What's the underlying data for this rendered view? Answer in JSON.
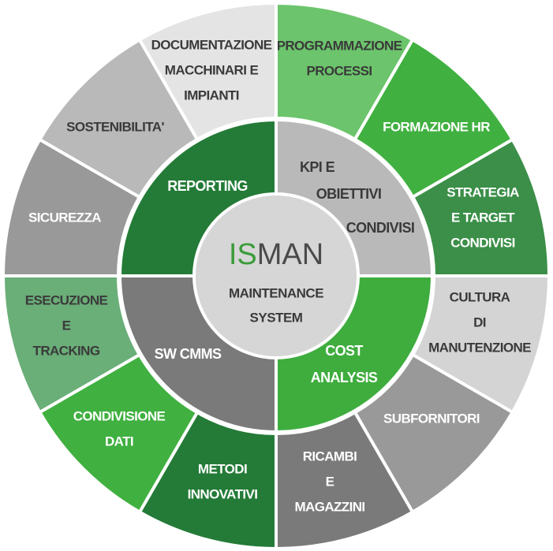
{
  "center": {
    "logo_part1": "IS",
    "logo_part2": "MAN",
    "subtitle_line1": "MAINTENANCE",
    "subtitle_line2": "SYSTEM"
  },
  "colors": {
    "center_fill": "#d6d6d6",
    "logo_green": "#3a9c3a",
    "logo_grey": "#4a4a4a",
    "dark_text": "#3a3a3a",
    "light_text": "#ffffff"
  },
  "inner_ring": [
    {
      "lines": [
        "REPORTING"
      ],
      "fill": "#237b37",
      "text_color": "#ffffff"
    },
    {
      "lines": [
        "KPI E",
        "OBIETTIVI",
        "CONDIVISI"
      ],
      "fill": "#b9b9b9",
      "text_color": "#3a3a3a"
    },
    {
      "lines": [
        "COST",
        "ANALYSIS"
      ],
      "fill": "#3ead3e",
      "text_color": "#ffffff"
    },
    {
      "lines": [
        "SW CMMS"
      ],
      "fill": "#7a7a7a",
      "text_color": "#ffffff"
    }
  ],
  "outer_ring": [
    {
      "lines": [
        "PROGRAMMAZIONE",
        "PROCESSI"
      ],
      "fill": "#6cc46c",
      "text_color": "#3a3a3a"
    },
    {
      "lines": [
        "FORMAZIONE HR"
      ],
      "fill": "#40b040",
      "text_color": "#ffffff"
    },
    {
      "lines": [
        "STRATEGIA",
        "E TARGET",
        "CONDIVISI"
      ],
      "fill": "#3b8f48",
      "text_color": "#ffffff"
    },
    {
      "lines": [
        "CULTURA",
        "DI",
        "MANUTENZIONE"
      ],
      "fill": "#d4d4d4",
      "text_color": "#3a3a3a"
    },
    {
      "lines": [
        "SUBFORNITORI"
      ],
      "fill": "#999999",
      "text_color": "#ffffff"
    },
    {
      "lines": [
        "RICAMBI",
        "E",
        "MAGAZZINI"
      ],
      "fill": "#7a7a7a",
      "text_color": "#ffffff"
    },
    {
      "lines": [
        "METODI",
        "INNOVATIVI"
      ],
      "fill": "#237b37",
      "text_color": "#ffffff"
    },
    {
      "lines": [
        "CONDIVISIONE",
        "DATI"
      ],
      "fill": "#40b040",
      "text_color": "#ffffff"
    },
    {
      "lines": [
        "ESECUZIONE",
        "E",
        "TRACKING"
      ],
      "fill": "#6aae78",
      "text_color": "#3a3a3a"
    },
    {
      "lines": [
        "SICUREZZA"
      ],
      "fill": "#999999",
      "text_color": "#ffffff"
    },
    {
      "lines": [
        "SOSTENIBILITA'"
      ],
      "fill": "#b9b9b9",
      "text_color": "#3a3a3a"
    },
    {
      "lines": [
        "DOCUMENTAZIONE",
        "MACCHINARI E",
        "IMPIANTI"
      ],
      "fill": "#e4e4e4",
      "text_color": "#3a3a3a"
    }
  ]
}
